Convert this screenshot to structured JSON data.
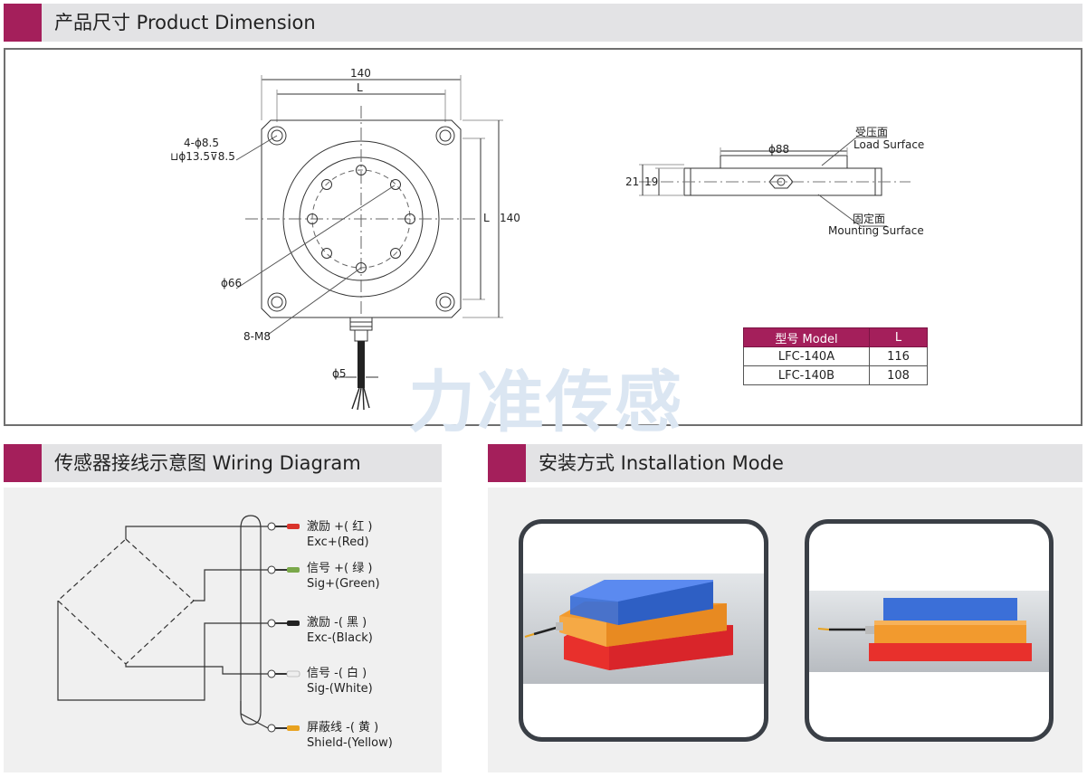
{
  "sections": {
    "dimension_title": "产品尺寸 Product Dimension",
    "wiring_title": "传感器接线示意图  Wiring Diagram",
    "install_title": "安装方式 Installation Mode"
  },
  "dimension_labels": {
    "width_140": "140",
    "inner_L_top": "L",
    "hole_spec_1": "4-ϕ8.5",
    "hole_spec_2": "⊔ϕ13.5⊽8.5",
    "side_L": "L",
    "side_140": "140",
    "dia_66": "ϕ66",
    "thread_8m8": "8-M8",
    "cable_dia": "ϕ5",
    "load_surface_cn": "受压面",
    "load_surface_en": "Load Surface",
    "dia_88": "ϕ88",
    "height_21": "21",
    "height_19": "19",
    "mounting_surface_cn": "固定面",
    "mounting_surface_en": "Mounting Surface"
  },
  "model_table": {
    "headers": [
      "型号 Model",
      "L"
    ],
    "rows": [
      [
        "LFC-140A",
        "116"
      ],
      [
        "LFC-140B",
        "108"
      ]
    ]
  },
  "watermark": "力准传感",
  "wiring": {
    "wires": [
      {
        "cn": "激励 +( 红 )",
        "en": "Exc+(Red)",
        "color": "#d9332b"
      },
      {
        "cn": "信号 +( 绿 )",
        "en": "Sig+(Green)",
        "color": "#7aa84a"
      },
      {
        "cn": "激励 -( 黑 )",
        "en": "Exc-(Black)",
        "color": "#222222"
      },
      {
        "cn": "信号 -( 白 )",
        "en": "Sig-(White)",
        "color": "#e8e8e8"
      },
      {
        "cn": "屏蔽线 -( 黄 )",
        "en": "Shield-(Yellow)",
        "color": "#e8a21f"
      }
    ]
  },
  "colors": {
    "accent": "#a41f5b",
    "header_bg": "#e3e3e5",
    "panel_bg": "#f0f0f0",
    "load_block": "#3b6fd8",
    "sensor_body": "#f29a2e",
    "base_block": "#e8302c"
  }
}
